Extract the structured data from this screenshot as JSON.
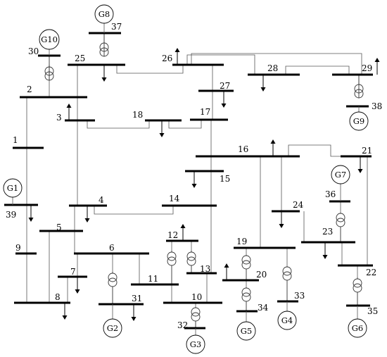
{
  "buses": [
    {
      "id": "1",
      "label": "1"
    },
    {
      "id": "2",
      "label": "2"
    },
    {
      "id": "3",
      "label": "3"
    },
    {
      "id": "4",
      "label": "4"
    },
    {
      "id": "5",
      "label": "5"
    },
    {
      "id": "6",
      "label": "6"
    },
    {
      "id": "7",
      "label": "7"
    },
    {
      "id": "8",
      "label": "8"
    },
    {
      "id": "9",
      "label": "9"
    },
    {
      "id": "10",
      "label": "10"
    },
    {
      "id": "11",
      "label": "11"
    },
    {
      "id": "12",
      "label": "12"
    },
    {
      "id": "13",
      "label": "13"
    },
    {
      "id": "14",
      "label": "14"
    },
    {
      "id": "15",
      "label": "15"
    },
    {
      "id": "16",
      "label": "16"
    },
    {
      "id": "17",
      "label": "17"
    },
    {
      "id": "18",
      "label": "18"
    },
    {
      "id": "19",
      "label": "19"
    },
    {
      "id": "20",
      "label": "20"
    },
    {
      "id": "21",
      "label": "21"
    },
    {
      "id": "22",
      "label": "22"
    },
    {
      "id": "23",
      "label": "23"
    },
    {
      "id": "24",
      "label": "24"
    },
    {
      "id": "25",
      "label": "25"
    },
    {
      "id": "26",
      "label": "26"
    },
    {
      "id": "27",
      "label": "27"
    },
    {
      "id": "28",
      "label": "28"
    },
    {
      "id": "29",
      "label": "29"
    },
    {
      "id": "30",
      "label": "30"
    },
    {
      "id": "31",
      "label": "31"
    },
    {
      "id": "32",
      "label": "32"
    },
    {
      "id": "33",
      "label": "33"
    },
    {
      "id": "34",
      "label": "34"
    },
    {
      "id": "35",
      "label": "35"
    },
    {
      "id": "36",
      "label": "36"
    },
    {
      "id": "37",
      "label": "37"
    },
    {
      "id": "38",
      "label": "38"
    },
    {
      "id": "39",
      "label": "39"
    }
  ],
  "generators": [
    {
      "id": "G1",
      "label": "G1",
      "bus": "39"
    },
    {
      "id": "G2",
      "label": "G2",
      "bus": "31"
    },
    {
      "id": "G3",
      "label": "G3",
      "bus": "32"
    },
    {
      "id": "G4",
      "label": "G4",
      "bus": "33"
    },
    {
      "id": "G5",
      "label": "G5",
      "bus": "34"
    },
    {
      "id": "G6",
      "label": "G6",
      "bus": "35"
    },
    {
      "id": "G7",
      "label": "G7",
      "bus": "36"
    },
    {
      "id": "G8",
      "label": "G8",
      "bus": "37"
    },
    {
      "id": "G9",
      "label": "G9",
      "bus": "38"
    },
    {
      "id": "G10",
      "label": "G10",
      "bus": "30"
    }
  ],
  "lines": [
    [
      "1",
      "2"
    ],
    [
      "1",
      "39"
    ],
    [
      "2",
      "3"
    ],
    [
      "2",
      "25"
    ],
    [
      "2",
      "30"
    ],
    [
      "3",
      "4"
    ],
    [
      "3",
      "18"
    ],
    [
      "4",
      "5"
    ],
    [
      "4",
      "14"
    ],
    [
      "5",
      "6"
    ],
    [
      "5",
      "8"
    ],
    [
      "6",
      "7"
    ],
    [
      "6",
      "11"
    ],
    [
      "6",
      "31"
    ],
    [
      "7",
      "8"
    ],
    [
      "8",
      "9"
    ],
    [
      "9",
      "39"
    ],
    [
      "10",
      "11"
    ],
    [
      "10",
      "13"
    ],
    [
      "10",
      "32"
    ],
    [
      "12",
      "11"
    ],
    [
      "12",
      "13"
    ],
    [
      "13",
      "14"
    ],
    [
      "14",
      "15"
    ],
    [
      "15",
      "16"
    ],
    [
      "16",
      "17"
    ],
    [
      "16",
      "19"
    ],
    [
      "16",
      "21"
    ],
    [
      "16",
      "24"
    ],
    [
      "17",
      "18"
    ],
    [
      "17",
      "27"
    ],
    [
      "19",
      "20"
    ],
    [
      "19",
      "33"
    ],
    [
      "20",
      "34"
    ],
    [
      "21",
      "22"
    ],
    [
      "22",
      "23"
    ],
    [
      "22",
      "35"
    ],
    [
      "23",
      "24"
    ],
    [
      "23",
      "36"
    ],
    [
      "25",
      "26"
    ],
    [
      "25",
      "37"
    ],
    [
      "26",
      "27"
    ],
    [
      "26",
      "28"
    ],
    [
      "26",
      "29"
    ],
    [
      "28",
      "29"
    ],
    [
      "29",
      "38"
    ]
  ],
  "loads": [
    "3",
    "4",
    "7",
    "8",
    "12",
    "15",
    "16",
    "18",
    "20",
    "21",
    "23",
    "24",
    "25",
    "26",
    "27",
    "28",
    "29",
    "31",
    "39"
  ],
  "colors": {
    "line": "#000000",
    "wire": "#555555",
    "background": "#ffffff"
  }
}
